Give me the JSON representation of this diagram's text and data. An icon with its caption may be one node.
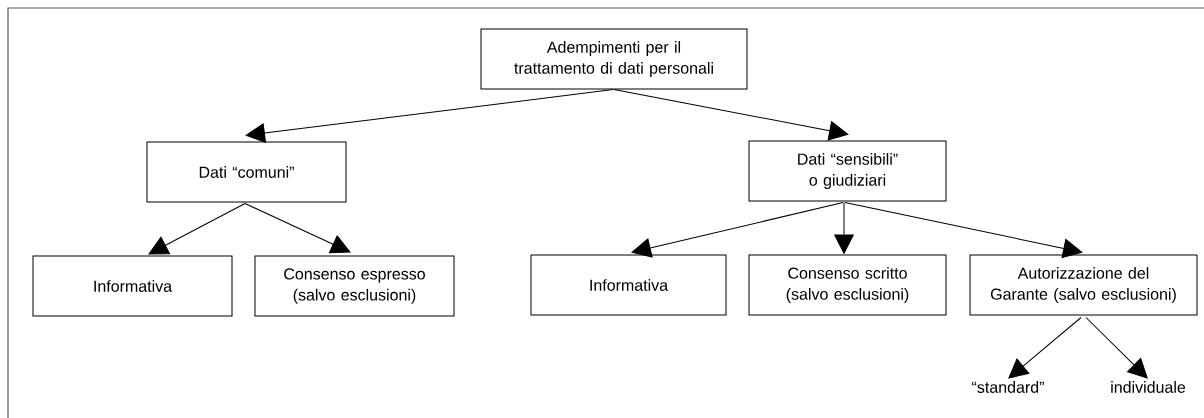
{
  "diagram": {
    "nodes": [
      {
        "text": [
          "Adempimenti per il trattamento di dati personali"
        ]
      },
      {
        "text": [
          "Dati “comuni”"
        ]
      },
      {
        "text": [
          "Dati “sensibili” o giudiziari"
        ]
      },
      {
        "text": [
          "Informativa"
        ]
      },
      {
        "text": [
          "Consenso espresso (salvo esclusioni)"
        ]
      },
      {
        "text": [
          "Informativa"
        ]
      },
      {
        "text": [
          "Consenso scritto (salvo esclusioni)"
        ]
      },
      {
        "text": [
          "Autorizzazione del Garante (salvo esclusioni)"
        ]
      },
      {
        "text": [
          "“standard”"
        ]
      },
      {
        "text": [
          "individuale"
        ]
      }
    ],
    "edges": [
      {
        "from": 0,
        "to": 1,
        "arrow": "to"
      },
      {
        "from": 0,
        "to": 2,
        "arrow": "to"
      },
      {
        "from": 1,
        "to": 3,
        "arrow": "to"
      },
      {
        "from": 1,
        "to": 4,
        "arrow": "to"
      },
      {
        "from": 2,
        "to": 5,
        "arrow": "to"
      },
      {
        "from": 2,
        "to": 6,
        "arrow": "to"
      },
      {
        "from": 2,
        "to": 7,
        "arrow": "to"
      },
      {
        "from": 7,
        "to": 8,
        "arrow": "to"
      },
      {
        "from": 7,
        "to": 9,
        "arrow": "to"
      }
    ]
  }
}
